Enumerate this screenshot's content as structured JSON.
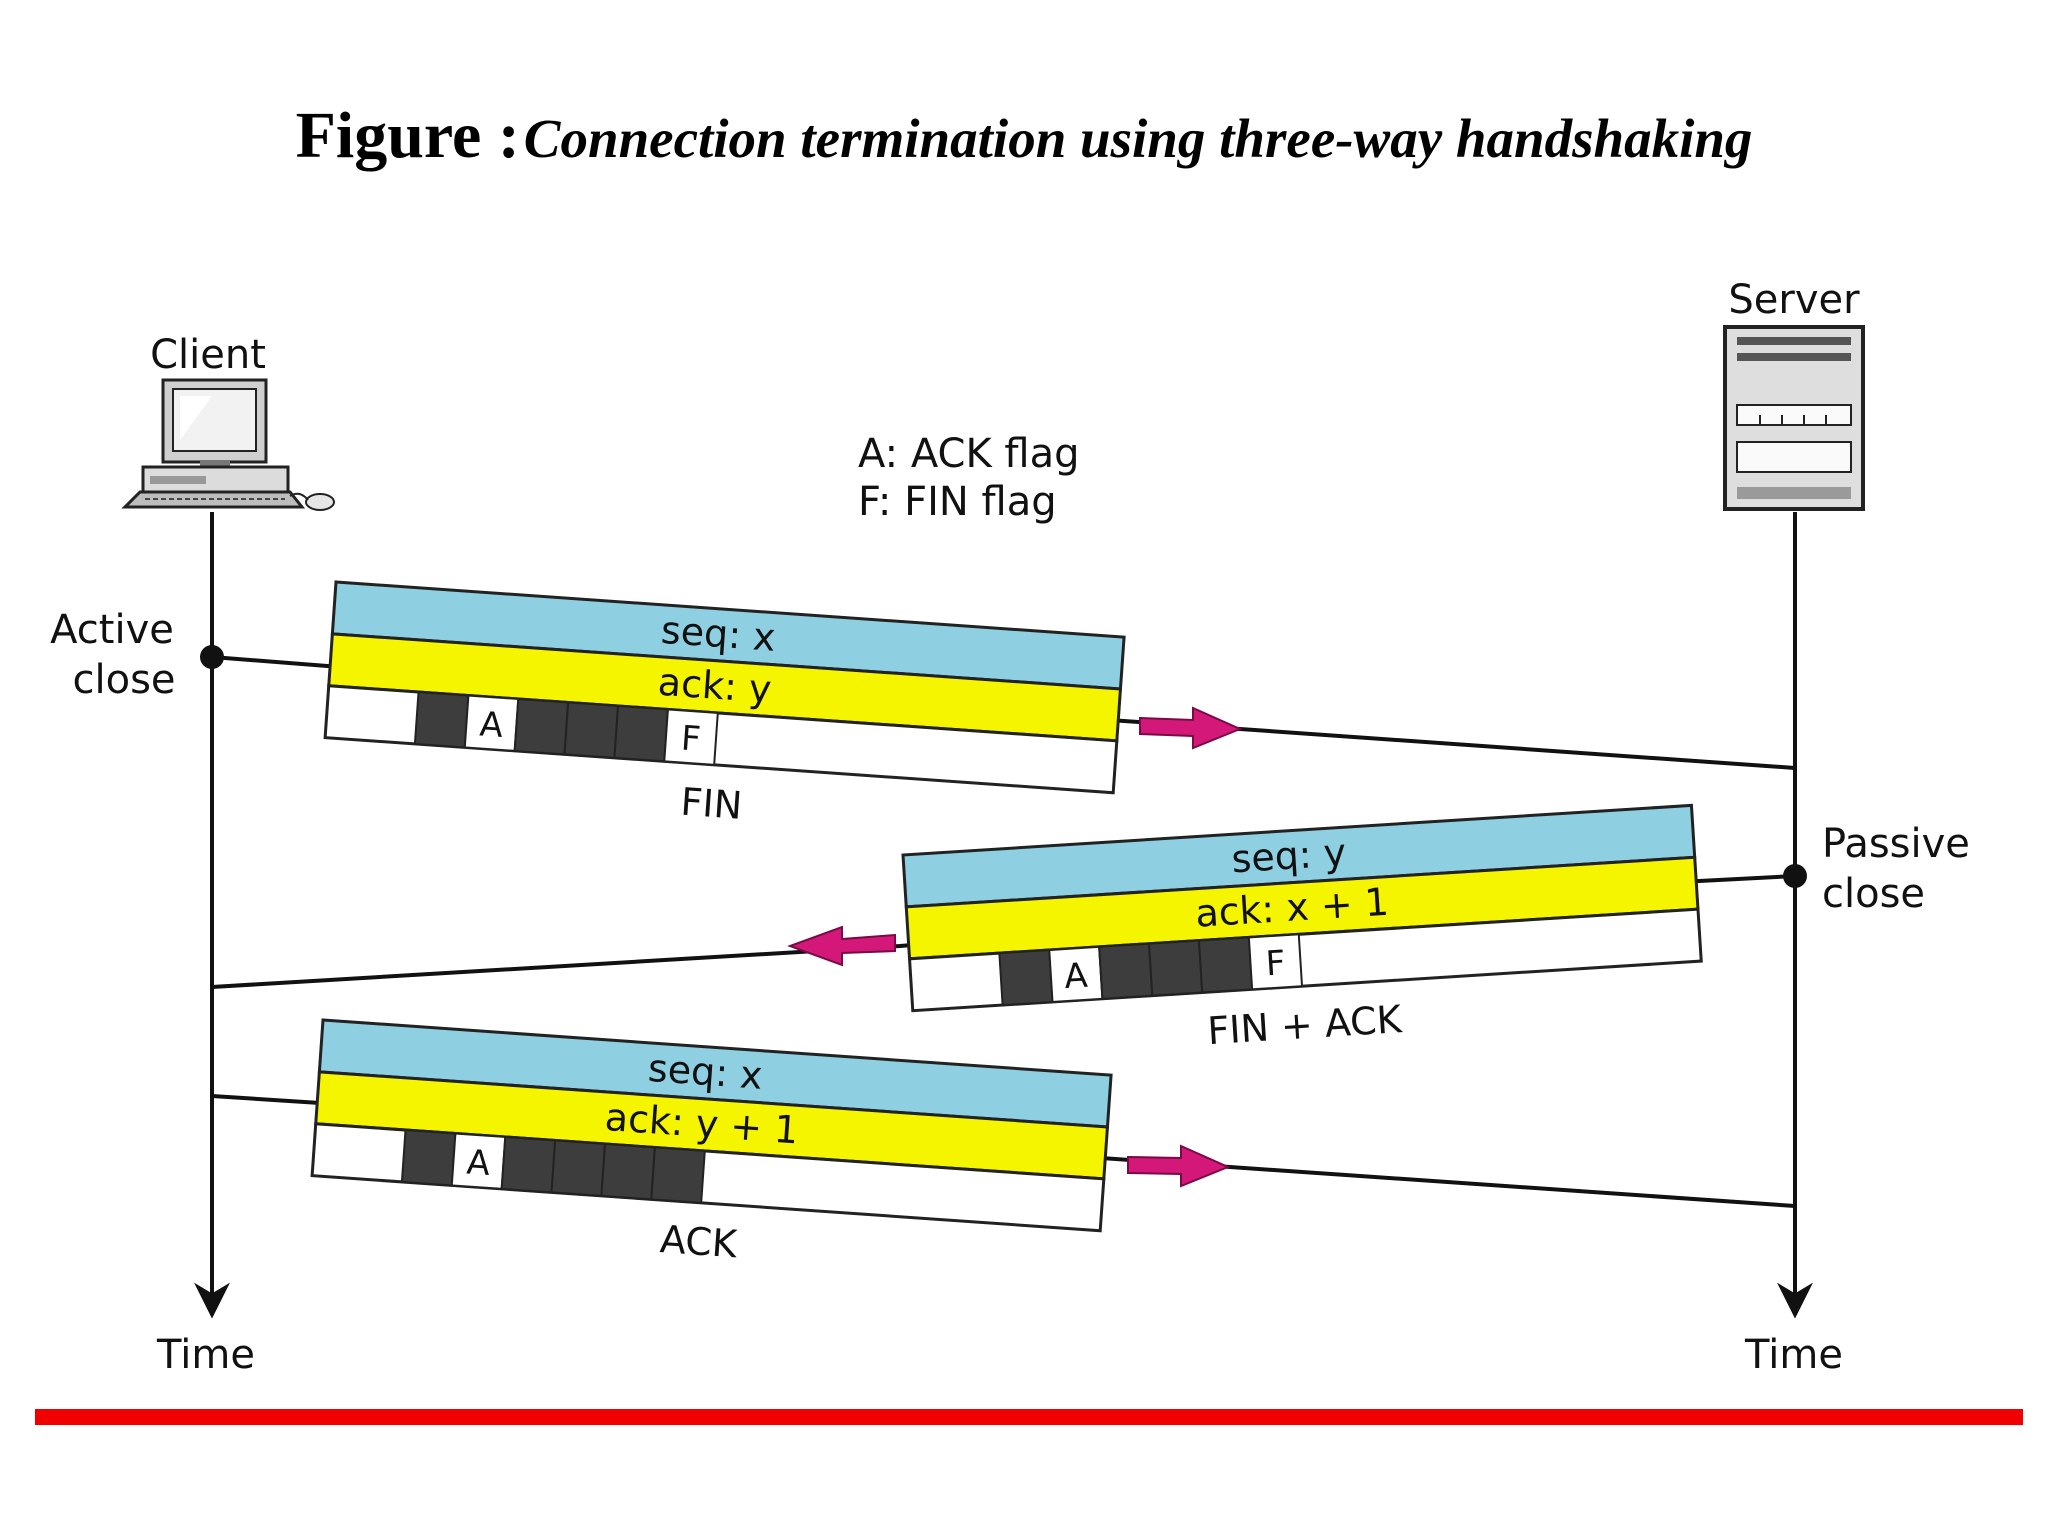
{
  "title": {
    "prefix": "Figure :",
    "text": "Connection termination using three-way handshaking"
  },
  "colors": {
    "seq_band": "#8ecfe2",
    "ack_band": "#f5f500",
    "flag_on": "#3d3d3d",
    "arrow": "#d4187a",
    "divider": "#f00000"
  },
  "client": {
    "label": "Client",
    "icon": "desktop-computer-icon"
  },
  "server": {
    "label": "Server",
    "icon": "server-tower-icon"
  },
  "legend": {
    "line1": "A: ACK flag",
    "line2": "F: FIN flag"
  },
  "events": {
    "active_close_1": "Active",
    "active_close_2": "close",
    "passive_close_1": "Passive",
    "passive_close_2": "close"
  },
  "time_labels": {
    "client": "Time",
    "server": "Time"
  },
  "segments": [
    {
      "seq": "seq: x",
      "ack": "ack: y",
      "name": "FIN",
      "flags": [
        "off",
        "on",
        "A",
        "on",
        "on",
        "on",
        "F"
      ]
    },
    {
      "seq": "seq: y",
      "ack": "ack: x + 1",
      "name": "FIN + ACK",
      "flags": [
        "off",
        "on",
        "A",
        "on",
        "on",
        "on",
        "F"
      ]
    },
    {
      "seq": "seq: x",
      "ack": "ack: y + 1",
      "name": "ACK",
      "flags": [
        "off",
        "on",
        "A",
        "on",
        "on",
        "on",
        "on"
      ]
    }
  ]
}
